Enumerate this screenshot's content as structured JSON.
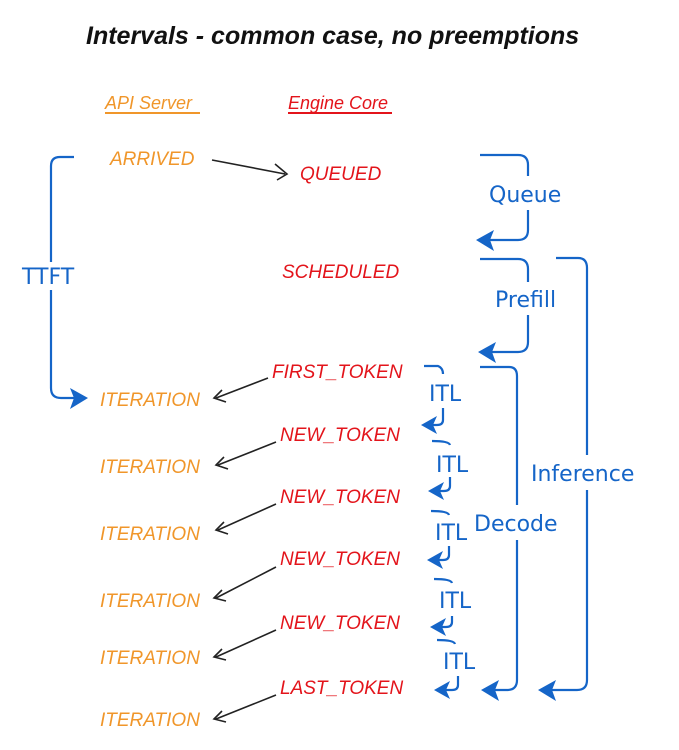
{
  "title": "Intervals - common case, no preemptions",
  "columns": {
    "api_server": "API Server",
    "engine_core": "Engine Core"
  },
  "api_server_states": [
    "ARRIVED",
    "ITERATION",
    "ITERATION",
    "ITERATION",
    "ITERATION",
    "ITERATION",
    "ITERATION"
  ],
  "engine_core_states": [
    "QUEUED",
    "SCHEDULED",
    "FIRST_TOKEN",
    "NEW_TOKEN",
    "NEW_TOKEN",
    "NEW_TOKEN",
    "NEW_TOKEN",
    "LAST_TOKEN"
  ],
  "intervals": {
    "ttft": "TTFT",
    "queue": "Queue",
    "prefill": "Prefill",
    "decode": "Decode",
    "inference": "Inference",
    "itl": [
      "ITL",
      "ITL",
      "ITL",
      "ITL",
      "ITL"
    ]
  },
  "colors": {
    "api_server": "#F0962A",
    "engine_core": "#E3141B",
    "intervals": "#1565C8",
    "arrows": "#222222"
  }
}
